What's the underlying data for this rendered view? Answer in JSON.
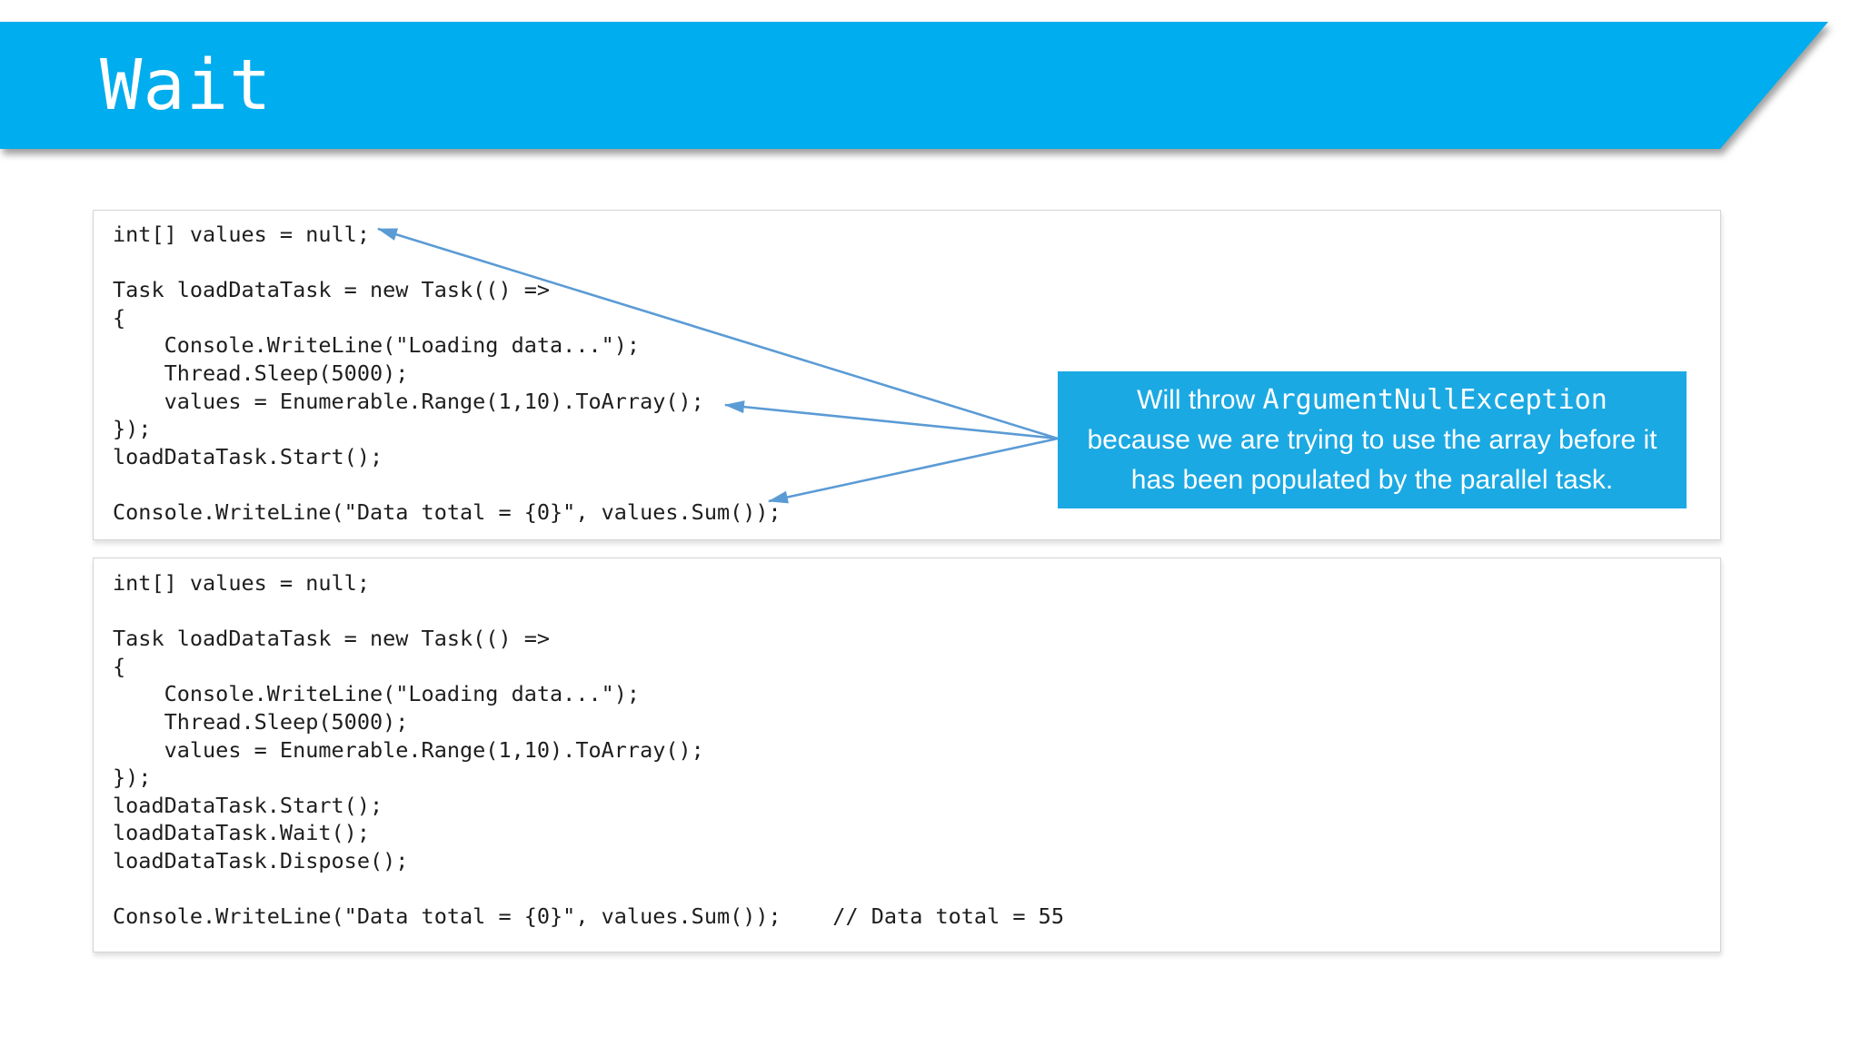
{
  "slide": {
    "title": "Wait"
  },
  "colors": {
    "banner_bg": "#00ADEE",
    "callout_bg": "#1BA9E3",
    "arrow": "#5B9BD5",
    "title_text": "#FFFFFF",
    "code_text": "#1E1E1E",
    "code_block_border": "#D4D4D4"
  },
  "code_block_top": {
    "lines": [
      "int[] values = null;",
      "",
      "Task loadDataTask = new Task(() =>",
      "{",
      "    Console.WriteLine(\"Loading data...\");",
      "    Thread.Sleep(5000);",
      "    values = Enumerable.Range(1,10).ToArray();",
      "});",
      "loadDataTask.Start();",
      "",
      "Console.WriteLine(\"Data total = {0}\", values.Sum());"
    ]
  },
  "code_block_bottom": {
    "lines": [
      "int[] values = null;",
      "",
      "Task loadDataTask = new Task(() =>",
      "{",
      "    Console.WriteLine(\"Loading data...\");",
      "    Thread.Sleep(5000);",
      "    values = Enumerable.Range(1,10).ToArray();",
      "});",
      "loadDataTask.Start();",
      "loadDataTask.Wait();",
      "loadDataTask.Dispose();",
      "",
      "Console.WriteLine(\"Data total = {0}\", values.Sum());    // Data total = 55"
    ]
  },
  "callout": {
    "line1_text": "Will throw ",
    "line1_code": "ArgumentNullException",
    "line2": "because we are trying to use the array before it",
    "line3": "has been populated by the parallel task."
  }
}
